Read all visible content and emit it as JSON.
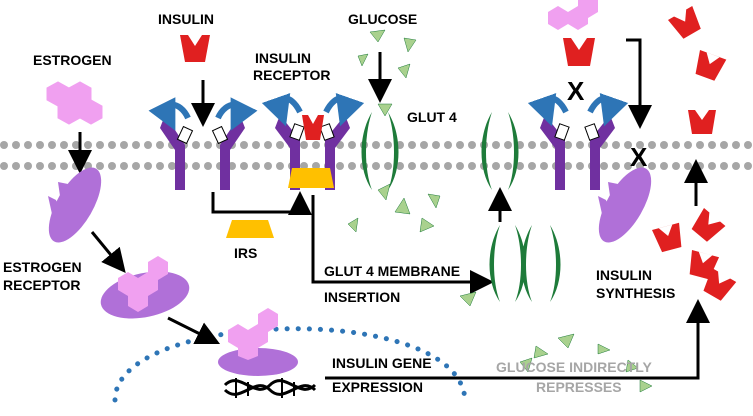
{
  "labels": {
    "estrogen": "ESTROGEN",
    "insulin": "INSULIN",
    "insulin_receptor_1": "INSULIN",
    "insulin_receptor_2": "RECEPTOR",
    "glucose": "GLUCOSE",
    "glut4": "GLUT 4",
    "irs": "IRS",
    "estrogen_receptor_1": "ESTROGEN",
    "estrogen_receptor_2": "RECEPTOR",
    "glut4_insertion_1": "GLUT 4 MEMBRANE",
    "glut4_insertion_2": "INSERTION",
    "insulin_synthesis_1": "INSULIN",
    "insulin_synthesis_2": "SYNTHESIS",
    "insulin_gene_1": "INSULIN GENE",
    "insulin_gene_2": "EXPRESSION",
    "glucose_represses_1": "GLUCOSE INDIRECTLY",
    "glucose_represses_2": "REPRESSES",
    "block_mark": "X"
  },
  "colors": {
    "estrogen": "#f0a0f0",
    "receptor": "#7030a0",
    "estrogen_receptor": "#b070d8",
    "insulin": "#e02020",
    "blue_arrow": "#2e75b6",
    "glut4": "#1e7b3a",
    "glucose": "#a9d18e",
    "irs": "#ffc000",
    "membrane": "#a6a6a6",
    "nucleus": "#2e75b6",
    "represses_text": "#a6a6a6"
  }
}
